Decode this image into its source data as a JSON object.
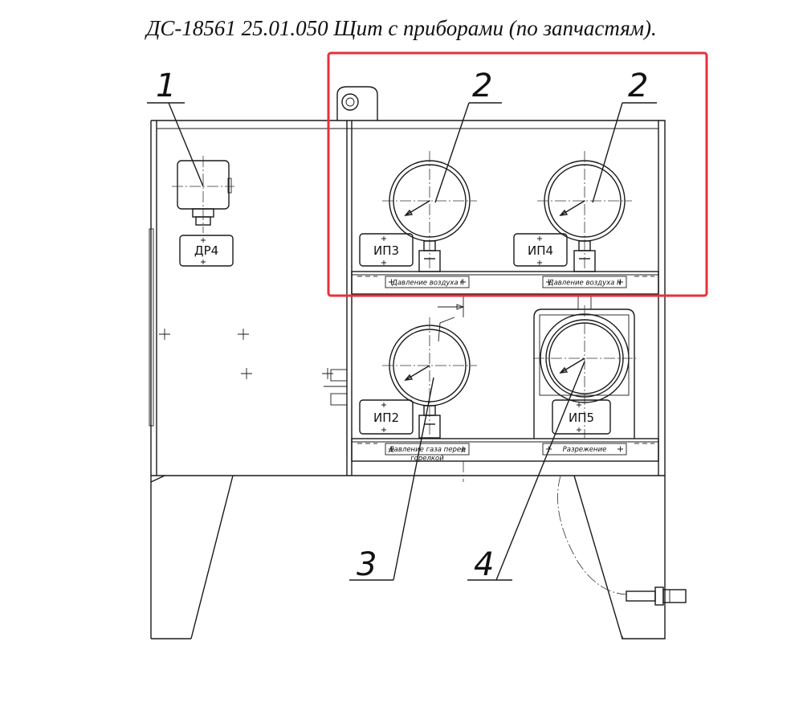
{
  "title": "ДС-18561 25.01.050 Щит с приборами (по запчастям).",
  "callouts": [
    "1",
    "2",
    "2",
    "3",
    "4"
  ],
  "tags": [
    "ДР4",
    "ИП3",
    "ИП4",
    "ИП2",
    "ИП5"
  ],
  "plates": {
    "air1": "Давление воздуха I",
    "air2": "Давление воздуха II",
    "gas_line1": "Давление газа перед",
    "gas_line2": "горелкой",
    "vacuum": "Разрежение"
  },
  "colors": {
    "highlight": "#e8303c",
    "line": "#1a1a1a"
  }
}
